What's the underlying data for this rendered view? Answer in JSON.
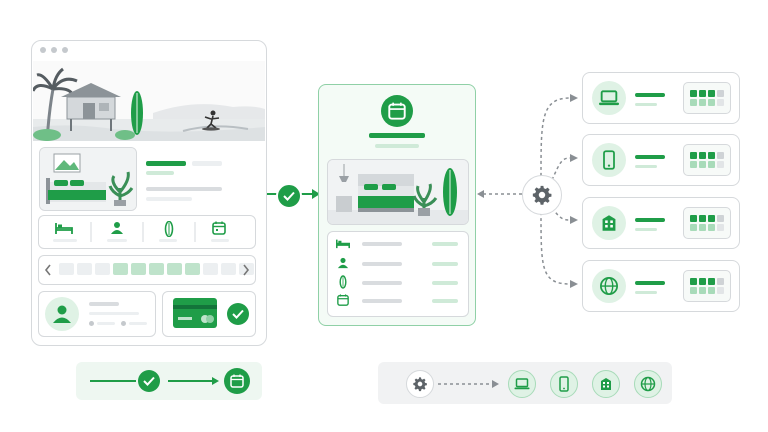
{
  "colors": {
    "accent": "#1f9d48",
    "accent_light": "#dff2e5",
    "border": "#d6d9dc",
    "muted": "#d9dcdf"
  },
  "browser_window": {
    "scene": "beach-bungalow-surfer",
    "room_image": "bedroom-with-plant",
    "amenity_icons": [
      "bed-icon",
      "person-icon",
      "surfboard-icon",
      "calendar-icon"
    ],
    "date_strip_selected_range": [
      3,
      7
    ],
    "date_strip_cells": 11,
    "payment_card_icon": "credit-card-icon",
    "confirmation_icon": "check-icon"
  },
  "center_panel": {
    "header_icon": "calendar-icon",
    "room_image": "bedroom-with-lamp-and-surfboard",
    "detail_icons": [
      "bed-icon",
      "person-icon",
      "surfboard-icon",
      "calendar-icon"
    ]
  },
  "hub": {
    "icon": "gear-icon"
  },
  "channels": [
    {
      "icon": "laptop-icon"
    },
    {
      "icon": "phone-icon"
    },
    {
      "icon": "building-icon"
    },
    {
      "icon": "globe-icon"
    }
  ],
  "legend_booking_flow": [
    "check-icon",
    "calendar-icon"
  ],
  "legend_sync": [
    "gear-icon",
    "laptop-icon",
    "phone-icon",
    "building-icon",
    "globe-icon"
  ]
}
